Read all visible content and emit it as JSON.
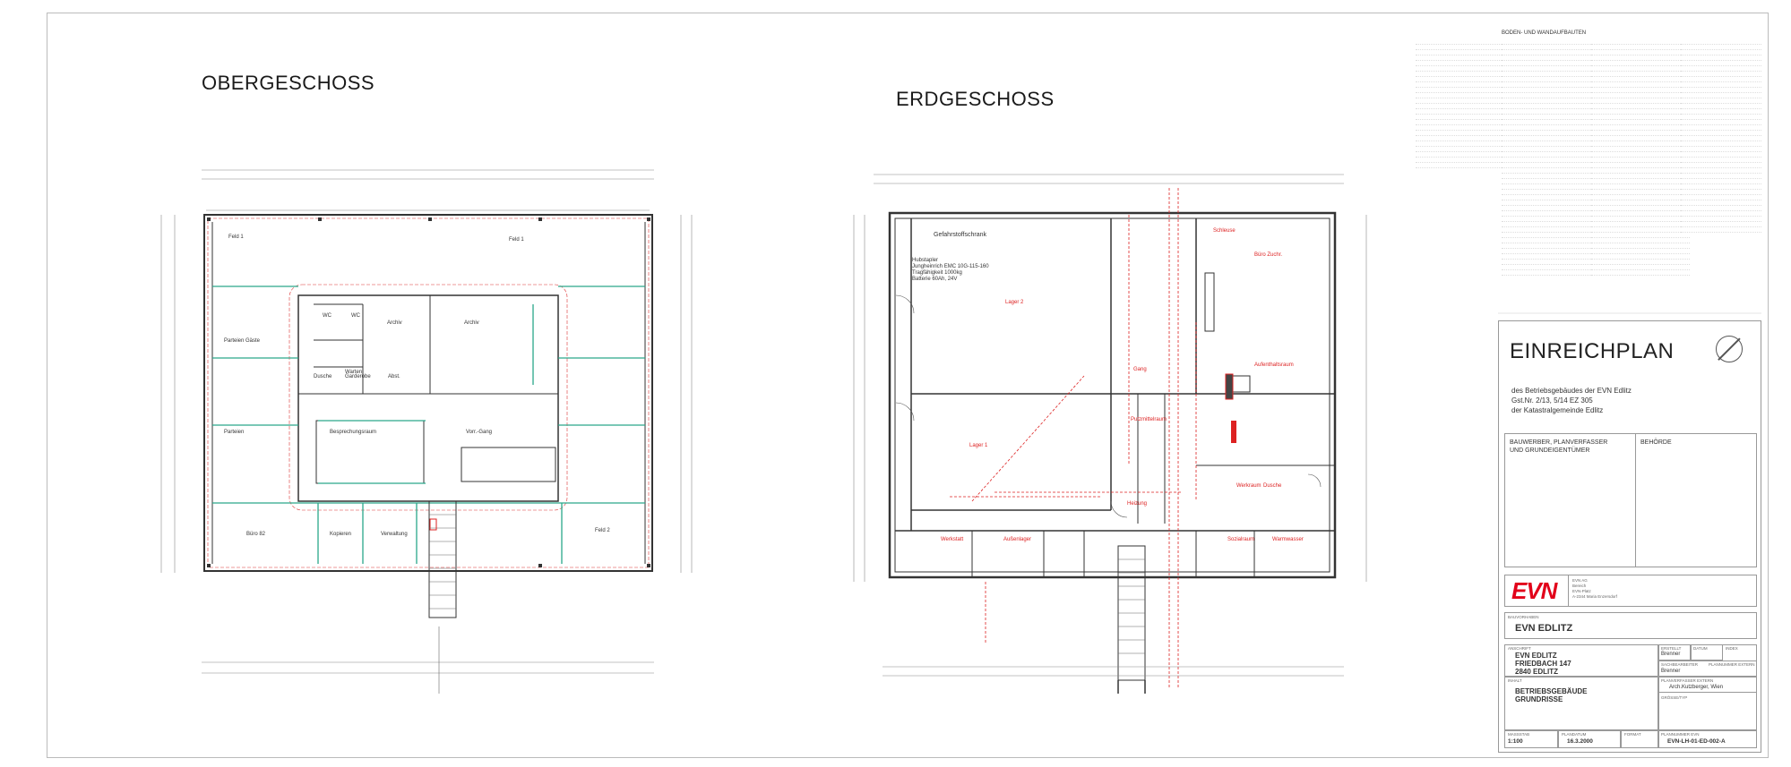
{
  "floors": {
    "upper": {
      "title": "OBERGESCHOSS",
      "rooms": [
        "Parteien Gäste",
        "Feld 1",
        "Feld 1",
        "Archiv",
        "Archiv",
        "WC",
        "WC",
        "Dusche",
        "Garderobe",
        "Warten",
        "Abst.",
        "Besprechungsraum",
        "Parteien",
        "Vorr.-Gang",
        "Büro 82",
        "Kopieren",
        "Verwaltung",
        "Feld 2"
      ]
    },
    "ground": {
      "title": "ERDGESCHOSS",
      "notes": {
        "cabinet": "Gefahrstoffschrank",
        "forklift_1": "Hubstapler",
        "forklift_2": "Jungheinrich EMC 10G-115-160",
        "forklift_3": "Tragfähigkeit 1000kg",
        "forklift_4": "Batterie 60Ah, 24V"
      },
      "rooms": [
        "Lager 2",
        "Lager 1",
        "Büro Zuchr.",
        "Aufenthaltsraum",
        "Schleuse",
        "Putzmittelraum",
        "Heizung",
        "Werkstatt",
        "Außenlager",
        "Sozialraum",
        "Warmwasser",
        "Gang",
        "Werkraum",
        "Dusche"
      ]
    }
  },
  "legend": {
    "header": "BODEN- UND WANDAUFBAUTEN"
  },
  "title_block": {
    "main_title": "EINREICHPLAN",
    "subtitle_1": "des Betriebsgebäudes der EVN Edlitz",
    "subtitle_2": "Gst.Nr. 2/13, 5/14 EZ 305",
    "subtitle_3": "der Katastralgemeinde Edlitz",
    "builder_label_1": "BAUWERBER, PLANVERFASSER",
    "builder_label_2": "UND GRUNDEIGENTÜMER",
    "authority_label": "BEHÖRDE",
    "company_logo": "EVN",
    "company_addr_1": "EVN AG",
    "company_addr_2": "Bereich",
    "company_addr_3": "EVN-Platz",
    "company_addr_4": "A-2344 Maria Enzersdorf",
    "project_label": "BAUVORHABEN",
    "project_value": "EVN EDLITZ",
    "location_label": "ANSCHRIFT",
    "location_1": "EVN EDLITZ",
    "location_2": "FRIEDBACH 147",
    "location_3": "2840 EDLITZ",
    "drawn_label": "ERSTELLT",
    "drawn_value": "Brenner",
    "date_label": "DATUM",
    "rev_label": "INDEX",
    "checked_label": "SACHBEARBEITER",
    "checked_value": "Brenner",
    "planner_label": "PLANNUMMER EXTERN",
    "planner2_label": "PLANVERFASSER EXTERN",
    "planner2_value": "Arch.Kutzberger, Wien",
    "sheet_label": "INHALT",
    "content_1": "BETRIEBSGEBÄUDE",
    "content_2": "GRUNDRISSE",
    "scale_label": "MASSSTAB",
    "scale_value": "1:100",
    "plan_date_label": "PLANDATUM",
    "plan_date_value": "16.3.2000",
    "format_label": "FORMAT",
    "drawing_no_label": "PLANNUMMER EVN",
    "drawing_no_value": "EVN-LH-01-ED-002-A",
    "format_size_label": "GRÖSSE/TYP"
  },
  "colors": {
    "wall": "#333333",
    "red_annotation": "#dd2222",
    "green_zone": "#2aa88a",
    "evn_red": "#e2001a"
  }
}
